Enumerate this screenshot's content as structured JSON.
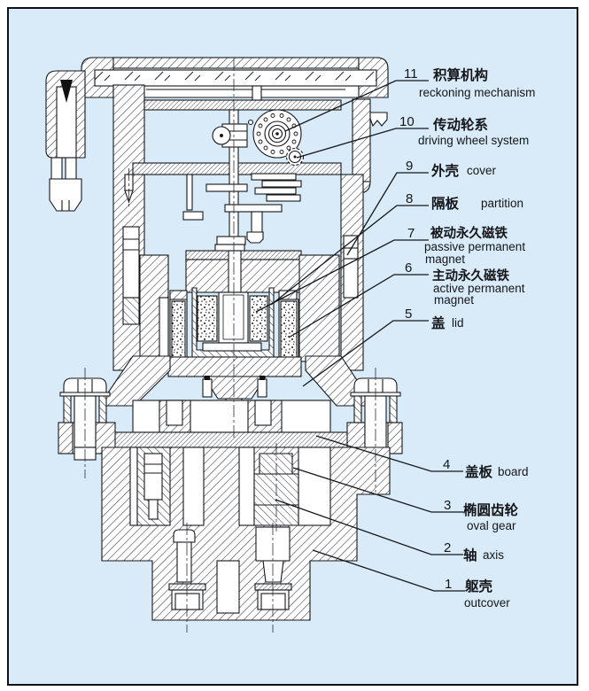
{
  "figure": {
    "type": "technical cross-section diagram of an oval-gear flowmeter with magnetic coupling",
    "background": "#d9ebf8",
    "ink": "#14161a",
    "border": "#0f1114"
  },
  "callouts": [
    {
      "num": "11",
      "zh": "积算机构",
      "en": "reckoning mechanism"
    },
    {
      "num": "10",
      "zh": "传动轮系",
      "en": "driving wheel system"
    },
    {
      "num": "9",
      "zh": "外壳",
      "en": "cover"
    },
    {
      "num": "8",
      "zh": "隔板",
      "en": "partition"
    },
    {
      "num": "7",
      "zh": "被动永久磁铁",
      "en": "passive permanent",
      "en2": "magnet"
    },
    {
      "num": "6",
      "zh": "主动永久磁铁",
      "en": "active permanent",
      "en2": "magnet"
    },
    {
      "num": "5",
      "zh": "盖",
      "en": "lid"
    },
    {
      "num": "4",
      "zh": "盖板",
      "en": "board"
    },
    {
      "num": "3",
      "zh": "椭圆齿轮",
      "en": "oval gear"
    },
    {
      "num": "2",
      "zh": "轴",
      "en": "axis"
    },
    {
      "num": "1",
      "zh": "躯壳",
      "en": "outcover"
    }
  ]
}
